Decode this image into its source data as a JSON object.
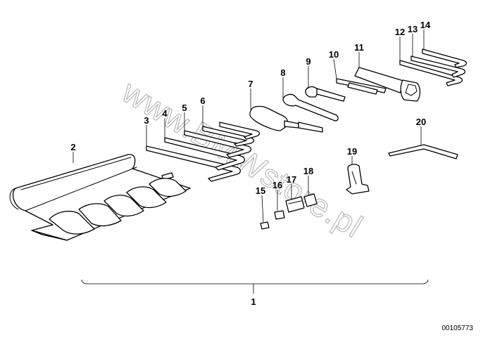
{
  "callouts": [
    "1",
    "2",
    "3",
    "4",
    "5",
    "6",
    "7",
    "8",
    "9",
    "10",
    "11",
    "12",
    "13",
    "14",
    "15",
    "16",
    "17",
    "18",
    "19",
    "20"
  ],
  "reference_number": "00105773",
  "watermark": "www.BMWstore.pl"
}
